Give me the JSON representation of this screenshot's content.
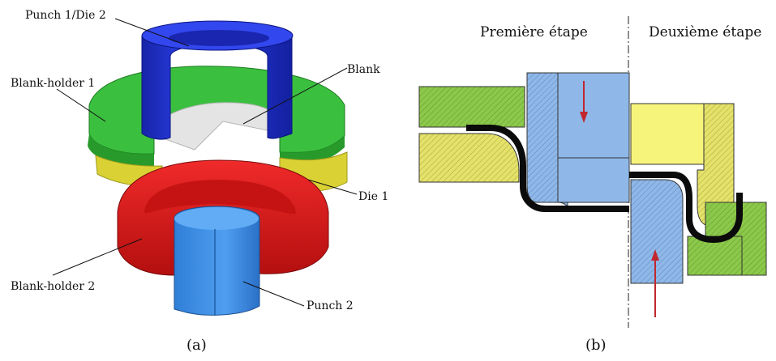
{
  "panel_a": {
    "caption": "(a)",
    "labels": {
      "punch1_die2": "Punch 1/Die 2",
      "blank": "Blank",
      "blank_holder_1": "Blank-holder 1",
      "die_1": "Die 1",
      "blank_holder_2": "Blank-holder 2",
      "punch_2": "Punch 2"
    },
    "colors": {
      "punch1": "#1f2fd0",
      "blank_holder_1": "#34b33a",
      "die_1": "#d9d633",
      "blank_holder_2": "#e01a1a",
      "punch_2": "#3d8fe0",
      "blank": "#e2e2e2"
    }
  },
  "panel_b": {
    "caption": "(b)",
    "step1": "Première étape",
    "step2": "Deuxième étape",
    "colors": {
      "green": "#8cc84a",
      "yellow": "#e4e26a",
      "blue": "#8fb8e8",
      "light_yellow": "#f6f47a",
      "arrow": "#c0282e",
      "sheet": "#0b0b0b"
    }
  }
}
